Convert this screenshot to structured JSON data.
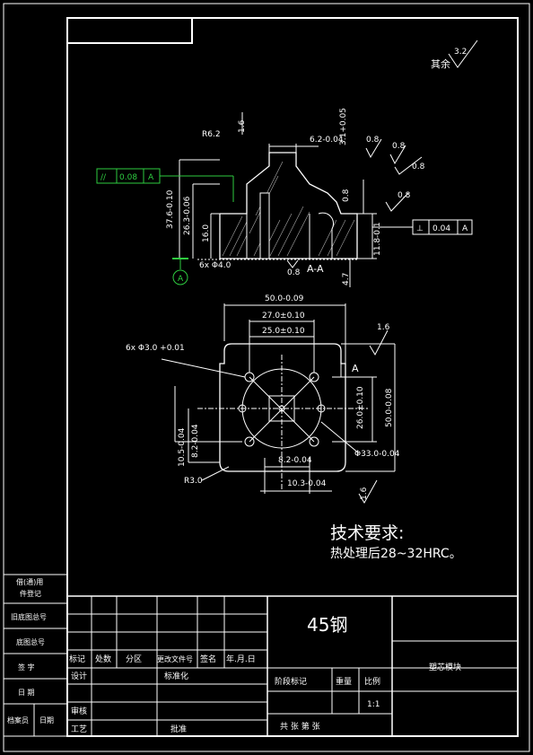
{
  "title_block": {
    "material": "45钢",
    "part_name": "塑芯模块",
    "scale_value": "1:1",
    "col_labels": [
      "标记",
      "处数",
      "分区",
      "更改文件号",
      "签名",
      "年.月.日"
    ],
    "row_design": "设计",
    "row_standard": "标准化",
    "row_review": "审核",
    "row_process": "工艺",
    "row_approve": "批准",
    "stage_label": "阶段标记",
    "weight_label": "重量",
    "scale_label": "比例",
    "sheet_info": "共  张  第  张"
  },
  "left_margin": {
    "row1a": "借(通)用",
    "row1b": "件登记",
    "row2": "旧底图总号",
    "row3": "底图总号",
    "row4": "签  字",
    "row5": "日  期",
    "row6a": "档案员",
    "row6b": "日期"
  },
  "surface_finish": {
    "rest_label": "其余",
    "rest_value": "3.2",
    "values": [
      "0.8",
      "0.8",
      "0.8",
      "0.8",
      "0.8",
      "0.8",
      "1.6",
      "1.6",
      "1.6"
    ]
  },
  "gdt": {
    "parallel_symbol": "//",
    "parallel_tol": "0.08",
    "parallel_datum": "A",
    "perp_symbol": "⊥",
    "perp_tol": "0.04",
    "perp_datum": "A",
    "datum_label": "A"
  },
  "section_view": {
    "label": "A-A",
    "dims": [
      "R6.2",
      "6.2-0.04",
      "3.1+0.05",
      "37.6-0.10",
      "26.3-0.06",
      "16.0",
      "6x Φ4.0",
      "11.8-0.1",
      "4.7"
    ]
  },
  "plan_view": {
    "dims": [
      "50.0-0.09",
      "27.0±0.10",
      "25.0±0.10",
      "6x Φ3.0 +0.01",
      "A",
      "26.0±0.10",
      "50.0-0.08",
      "Φ33.0-0.04",
      "8.2-0.04",
      "10.3-0.04",
      "10.5-0.04",
      "8.2-0.04",
      "R3.0"
    ]
  },
  "tech_req": {
    "title": "技术要求:",
    "line1": "热处理后28~32HRC。"
  }
}
